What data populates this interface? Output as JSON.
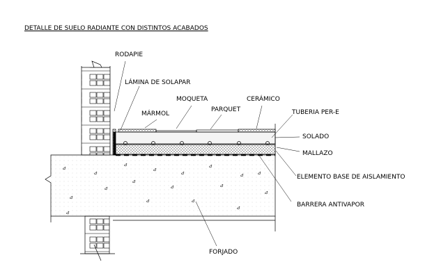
{
  "title": "DETALLE DE SUELO RADIANTE CON DISTINTOS ACABADOS",
  "labels": {
    "rodapie": "RODAPIE",
    "lamina": "LÁMINA DE SOLAPAR",
    "moqueta": "MOQUETA",
    "ceramico": "CERÁMICO",
    "marmol": "MÁRMOL",
    "parquet": "PARQUET",
    "tuberia": "TUBERIA PER-E",
    "solado": "SOLADO",
    "mallazo": "MALLAZO",
    "aislamiento": "ELEMENTO BASE DE AISLAMIENTO",
    "barrera": "BARRERA ANTIVAPOR",
    "forjado": "FORJADO"
  }
}
